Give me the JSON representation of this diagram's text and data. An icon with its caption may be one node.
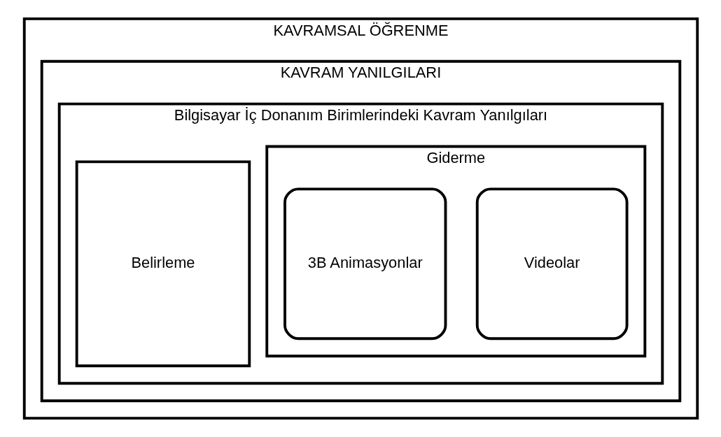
{
  "diagram": {
    "nodes": [
      {
        "text": [
          "KAVRAMSAL ÖĞRENME"
        ]
      },
      {
        "text": [
          "KAVRAM YANILGILARI"
        ],
        "in": 0
      },
      {
        "text": [
          "Bilgisayar İç Donanım Birimlerindeki Kavram Yanılgıları"
        ],
        "in": 1
      },
      {
        "text": [
          "Belirleme"
        ],
        "in": 2
      },
      {
        "text": [
          "Giderme"
        ],
        "in": 2
      },
      {
        "text": [
          "Videolar"
        ],
        "in": 4
      },
      {
        "text": [
          "3B Animasyonlar"
        ],
        "in": 4
      }
    ],
    "edges": []
  }
}
